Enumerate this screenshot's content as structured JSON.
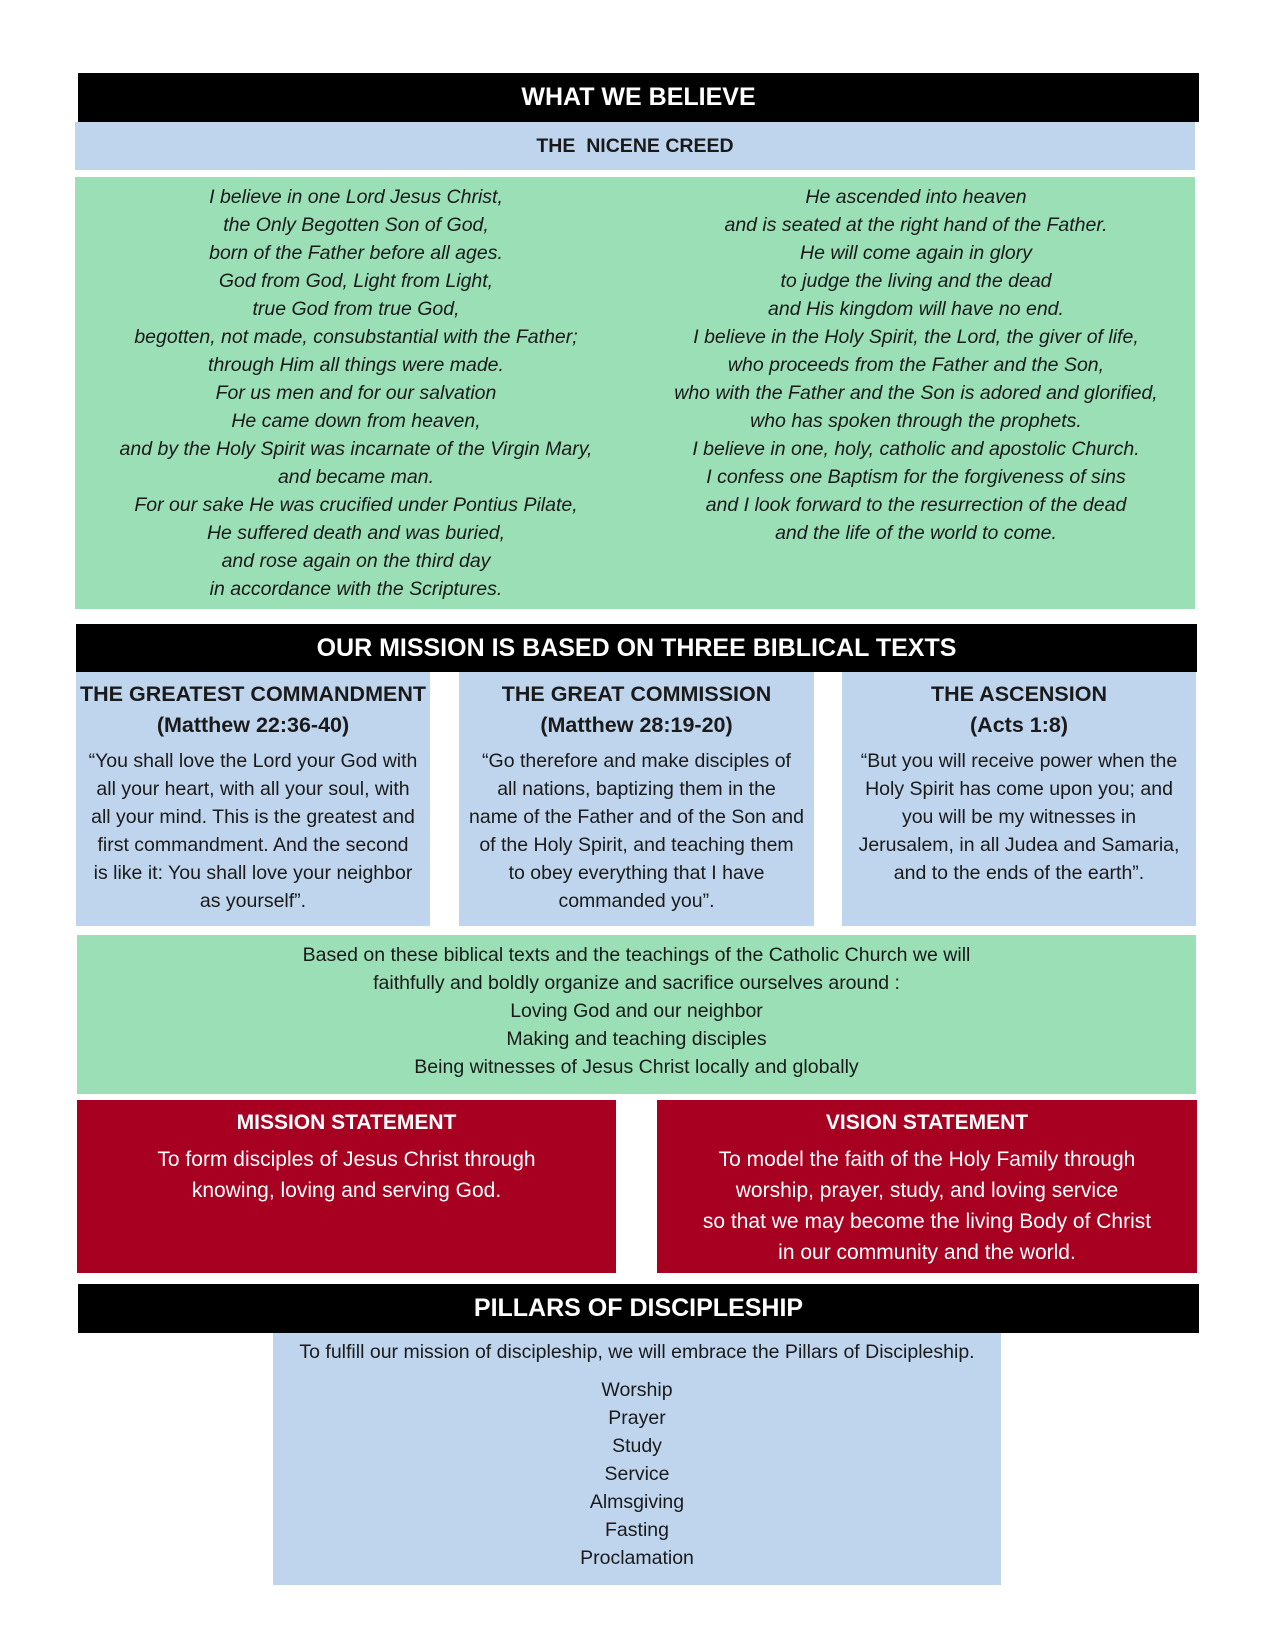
{
  "believe": {
    "title": "WHAT WE BELIEVE",
    "creed_title": "THE  NICENE CREED",
    "creed_left": [
      "I believe in one Lord Jesus Christ,",
      "the Only Begotten Son of God,",
      "born of the Father before all ages.",
      "God from God, Light from Light,",
      "true God from true God,",
      "begotten, not made, consubstantial with the Father;",
      "through Him all things were made.",
      "For us men and for our salvation",
      "He came down from heaven,",
      "and by the Holy Spirit was incarnate of the Virgin Mary,",
      "and became man.",
      "For our sake He was crucified under Pontius Pilate,",
      "He suffered death and was buried,",
      "and rose again on the third day",
      "in accordance with the Scriptures."
    ],
    "creed_right": [
      "He ascended into heaven",
      "and is seated at the right hand of the Father.",
      "He will come again in glory",
      "to judge the living and the dead",
      "and His kingdom will have no end.",
      "I believe in the Holy Spirit, the Lord, the giver of life,",
      "who proceeds from the Father and the Son,",
      "who with the Father and the Son is adored and glorified,",
      "who has spoken through the prophets.",
      "I believe in one, holy, catholic and apostolic Church.",
      "I confess one Baptism for the forgiveness of sins",
      "and I look forward to the resurrection of the dead",
      "and the life of the world to come."
    ]
  },
  "mission": {
    "title": "OUR MISSION IS BASED ON THREE BIBLICAL TEXTS",
    "texts": [
      {
        "heading": "THE GREATEST COMMANDMENT",
        "reference": "(Matthew 22:36-40)",
        "quote_lines": [
          "“You shall love the Lord your God with",
          "all your heart, with all your soul, with",
          "all your mind. This is the greatest and",
          "first commandment. And the second",
          "is like it: You shall love your neighbor",
          "as yourself”."
        ]
      },
      {
        "heading": "THE GREAT COMMISSION",
        "reference": "(Matthew 28:19-20)",
        "quote_lines": [
          "“Go therefore and make disciples of",
          "all nations, baptizing them in the",
          "name of the Father and of the Son and",
          "of the Holy Spirit, and teaching them",
          "to obey everything that I have",
          "commanded you”."
        ]
      },
      {
        "heading": "THE ASCENSION",
        "reference": "(Acts 1:8)",
        "quote_lines": [
          "“But you will receive power when the",
          "Holy Spirit has come upon you; and",
          "you will be my witnesses in",
          "Jerusalem, in all Judea and Samaria,",
          "and to the ends of the earth”."
        ]
      }
    ],
    "summary_lines": [
      "Based on these biblical texts and the teachings of the Catholic Church we will",
      "faithfully and boldly organize and sacrifice ourselves around :",
      "Loving God and our neighbor",
      "Making and teaching disciples",
      "Being witnesses of Jesus Christ locally and globally"
    ]
  },
  "statements": {
    "mission_heading": "MISSION STATEMENT",
    "mission_lines": [
      "To form disciples of Jesus Christ through",
      "knowing, loving and serving God."
    ],
    "vision_heading": "VISION STATEMENT",
    "vision_lines": [
      "To model the faith of the Holy Family through",
      "worship, prayer, study, and loving service",
      "so that we may become the living Body of Christ",
      "in our community and the world."
    ]
  },
  "pillars": {
    "title": "PILLARS OF DISCIPLESHIP",
    "intro": "To fulfill our mission of discipleship, we will embrace the Pillars of Discipleship.",
    "items": [
      "Worship",
      "Prayer",
      "Study",
      "Service",
      "Almsgiving",
      "Fasting",
      "Proclamation"
    ]
  },
  "colors": {
    "header_bg": "#000000",
    "light_blue": "#bfd5ee",
    "light_green": "#9bdfb6",
    "crimson": "#a80021"
  }
}
